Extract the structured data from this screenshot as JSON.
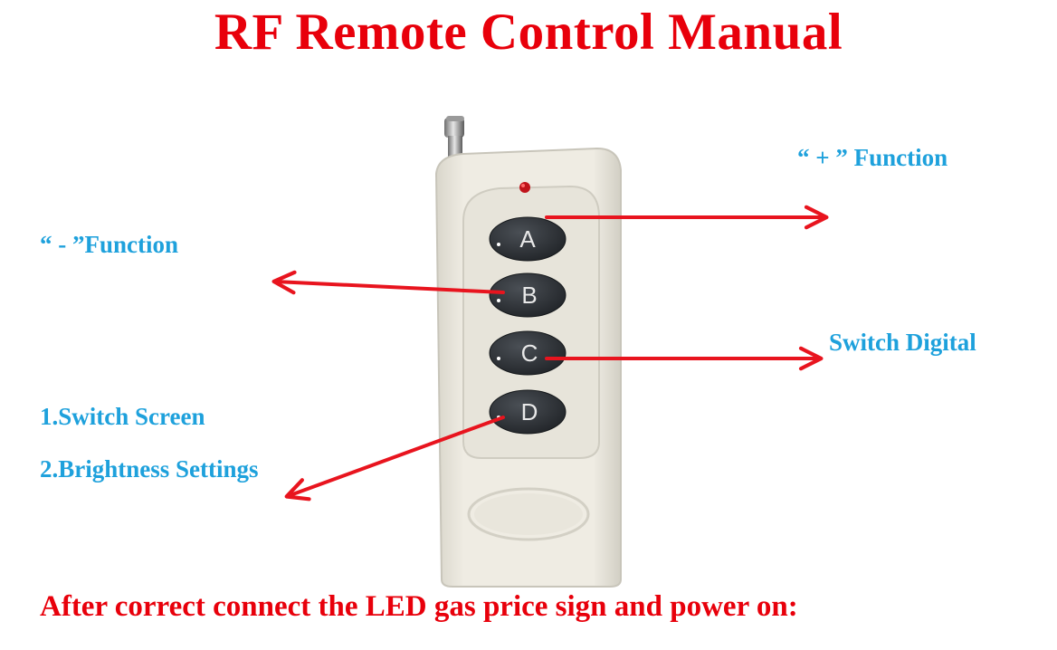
{
  "title": "RF Remote Control Manual",
  "labels": {
    "plus_function": "“ + ” Function",
    "minus_function": "“ - ”Function",
    "switch_digital": "Switch Digital",
    "switch_screen": "1.Switch Screen",
    "brightness_settings": "2.Brightness Settings"
  },
  "remote": {
    "buttons": [
      "A",
      "B",
      "C",
      "D"
    ]
  },
  "footer": "After correct connect the LED gas price sign and power on:",
  "colors": {
    "title": "#e8000b",
    "label": "#1ea1dc",
    "arrow": "#e8141e",
    "remote_body": "#ece9df",
    "button": "#2b2f33"
  }
}
